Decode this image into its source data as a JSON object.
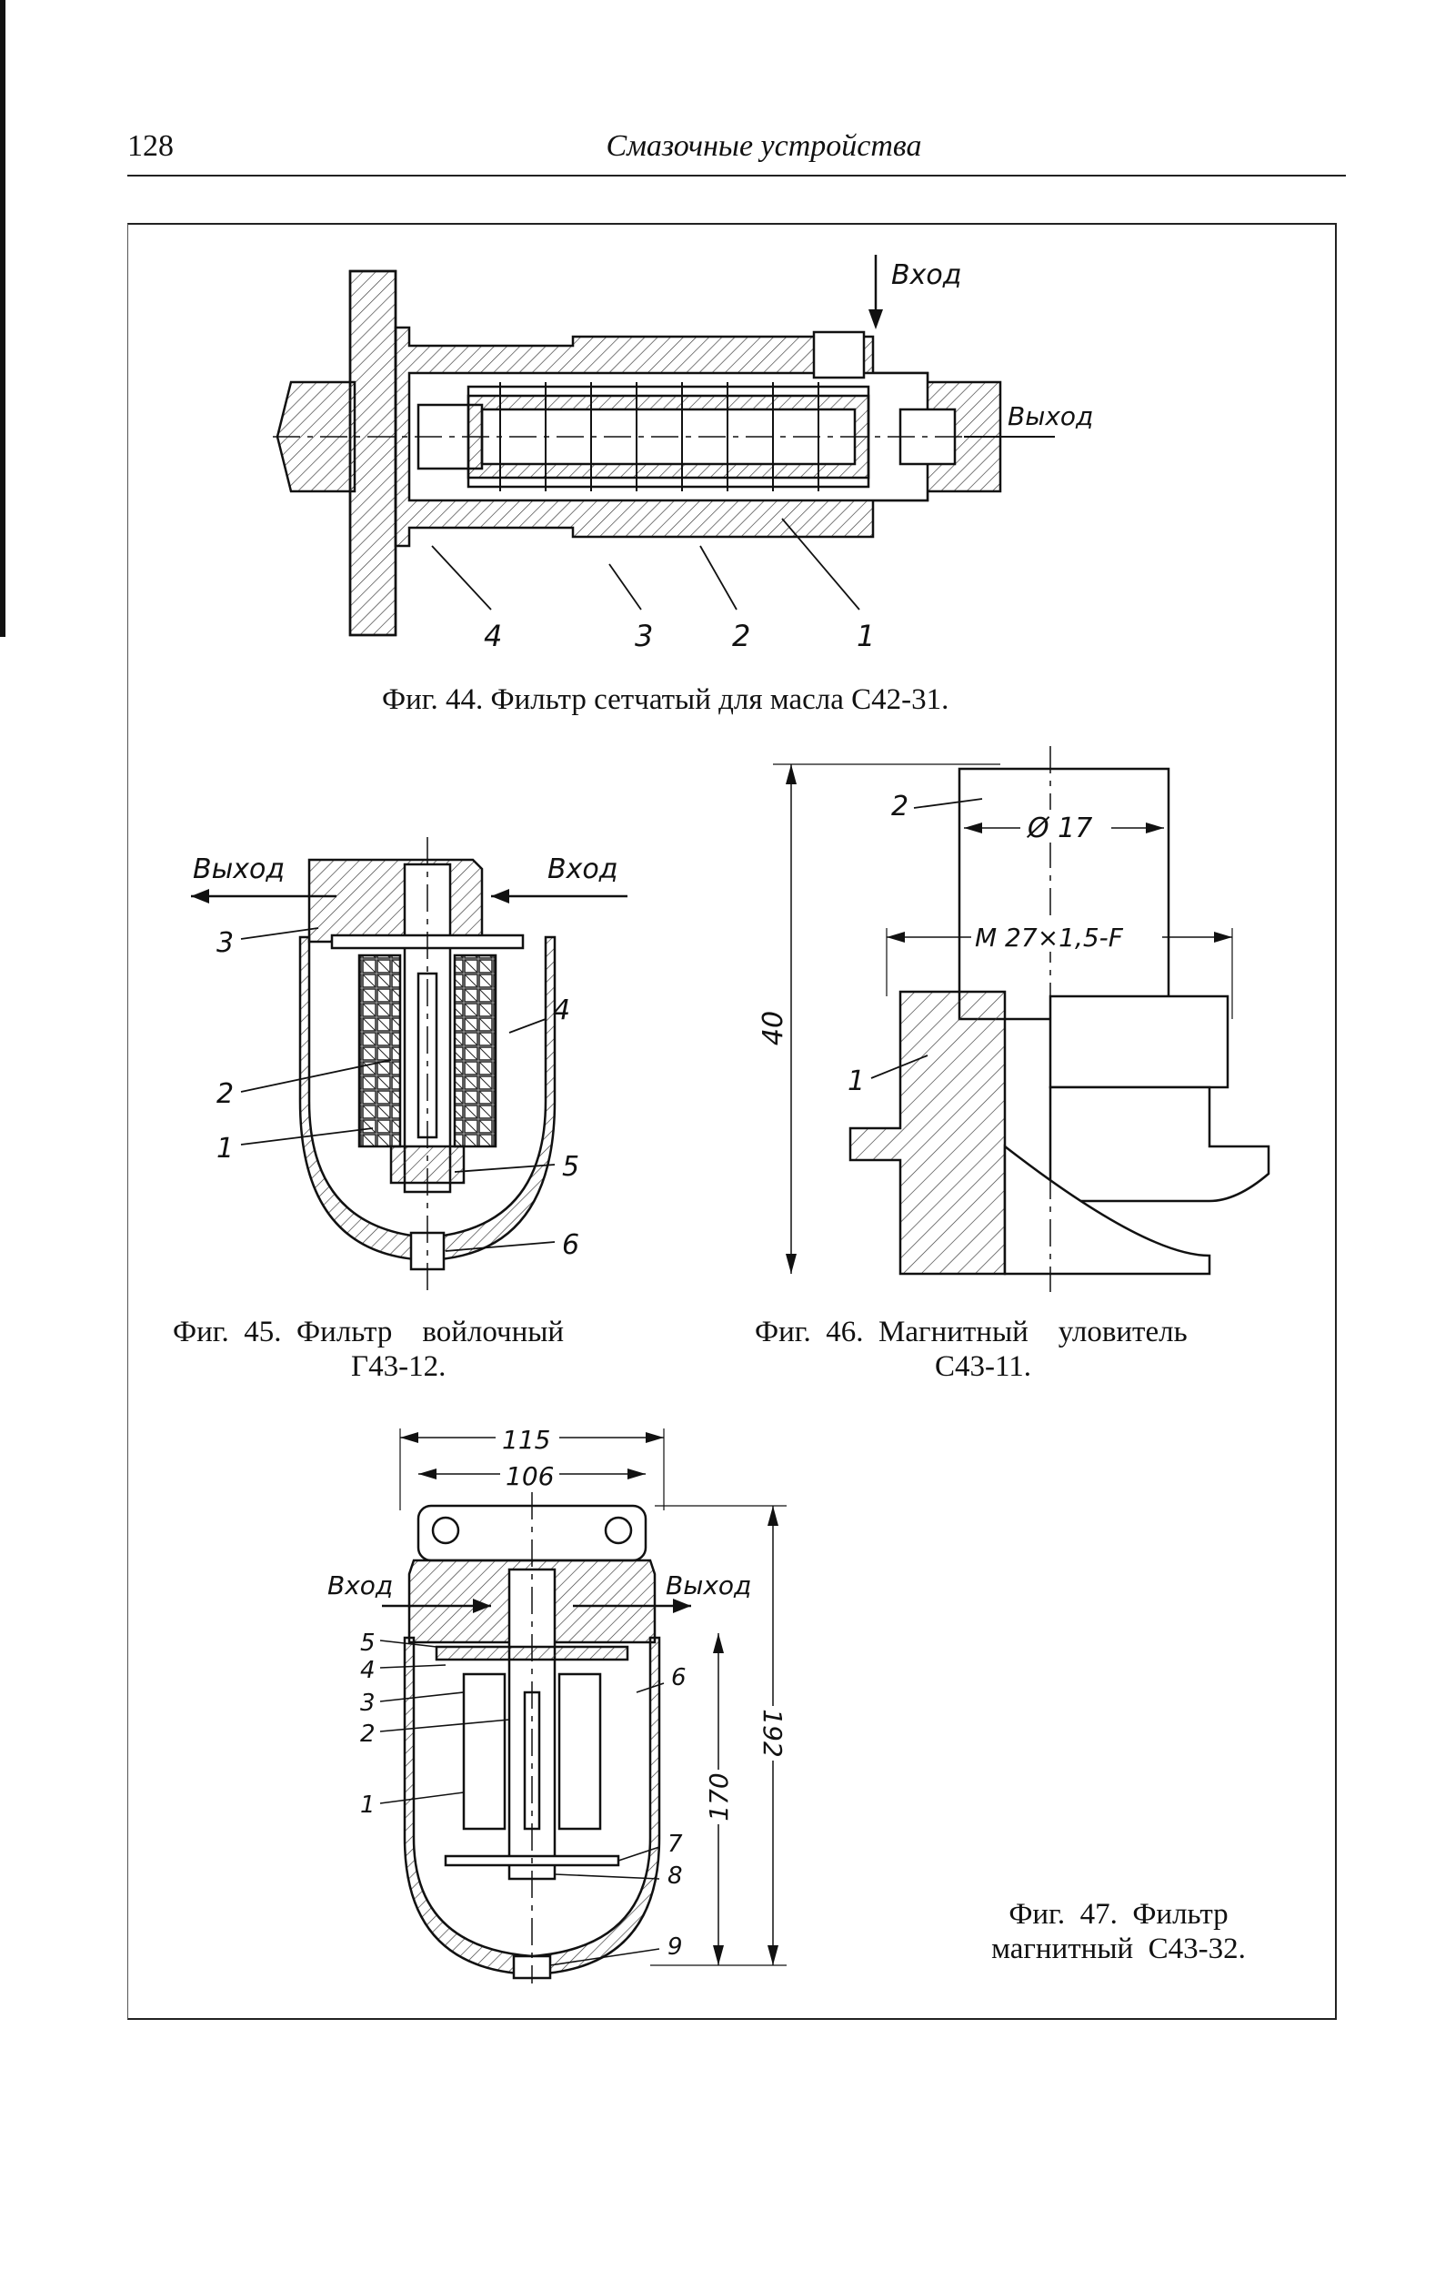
{
  "header": {
    "page_number": "128",
    "running_title": "Смазочные устройства"
  },
  "fig44": {
    "caption": "Фиг. 44. Фильтр сетчатый для масла С42-31.",
    "label_in": "Вход",
    "label_out": "Выход",
    "parts": [
      "4",
      "3",
      "2",
      "1"
    ]
  },
  "fig45": {
    "caption_line1": "Фиг.  45.  Фильтр    войлочный",
    "caption_line2": "Г43-12.",
    "label_out": "Выход",
    "label_in": "Вход",
    "parts": [
      "3",
      "4",
      "2",
      "1",
      "5",
      "6"
    ]
  },
  "fig46": {
    "caption_line1": "Фиг.  46.  Магнитный    уловитель",
    "caption_line2": "С43-11.",
    "dim_diameter": "Ø 17",
    "dim_thread": "М 27×1,5-F",
    "dim_height": "40",
    "parts": [
      "2",
      "1"
    ]
  },
  "fig47": {
    "caption_line1": "Фиг.  47.  Фильтр",
    "caption_line2": "магнитный  С43-32.",
    "label_in": "Вход",
    "label_out": "Выход",
    "dim_115": "115",
    "dim_106": "106",
    "dim_192": "192",
    "dim_170": "170",
    "parts": [
      "5",
      "4",
      "3",
      "2",
      "1",
      "6",
      "7",
      "8",
      "9"
    ]
  }
}
